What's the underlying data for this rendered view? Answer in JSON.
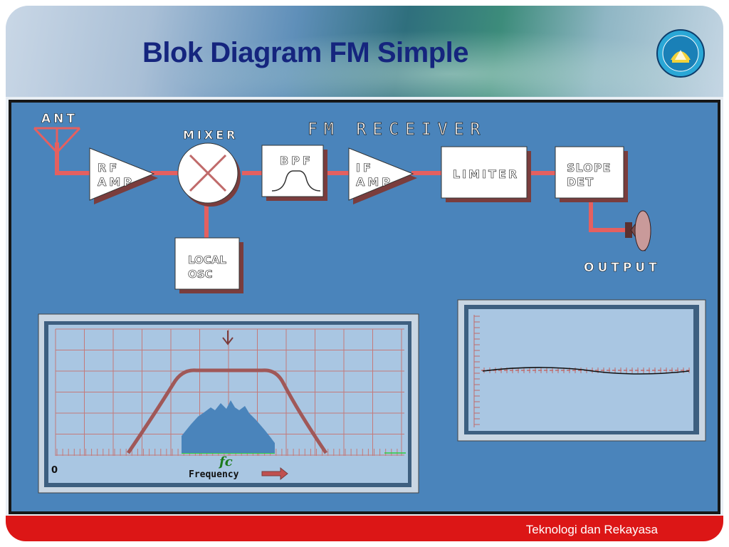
{
  "slide": {
    "title": "Blok Diagram FM Simple",
    "footer": "Teknologi dan Rekayasa"
  },
  "diagram": {
    "heading": "FM RECEIVER",
    "antenna_label": "ANT",
    "mixer_label": "MIXER",
    "output_label": "OUTPUT",
    "blocks": {
      "rf_amp": [
        "RF",
        "AMP"
      ],
      "bpf": "BPF",
      "if_amp": [
        "IF",
        "AMP"
      ],
      "limiter": "LIMITER",
      "slope_det": [
        "SLOPE",
        "DET"
      ],
      "local_osc": [
        "LOCAL",
        "OSC"
      ]
    },
    "spectrum_panel": {
      "origin_label": "0",
      "center_label": "fc",
      "x_axis_label": "Frequency"
    }
  },
  "colors": {
    "title": "#15257e",
    "diagram_bg": "#4a84bb",
    "wire": "#e46060",
    "footer": "#dc1616",
    "filter_curve": "#a05858",
    "spectrum_fill": "#4a84bb"
  }
}
